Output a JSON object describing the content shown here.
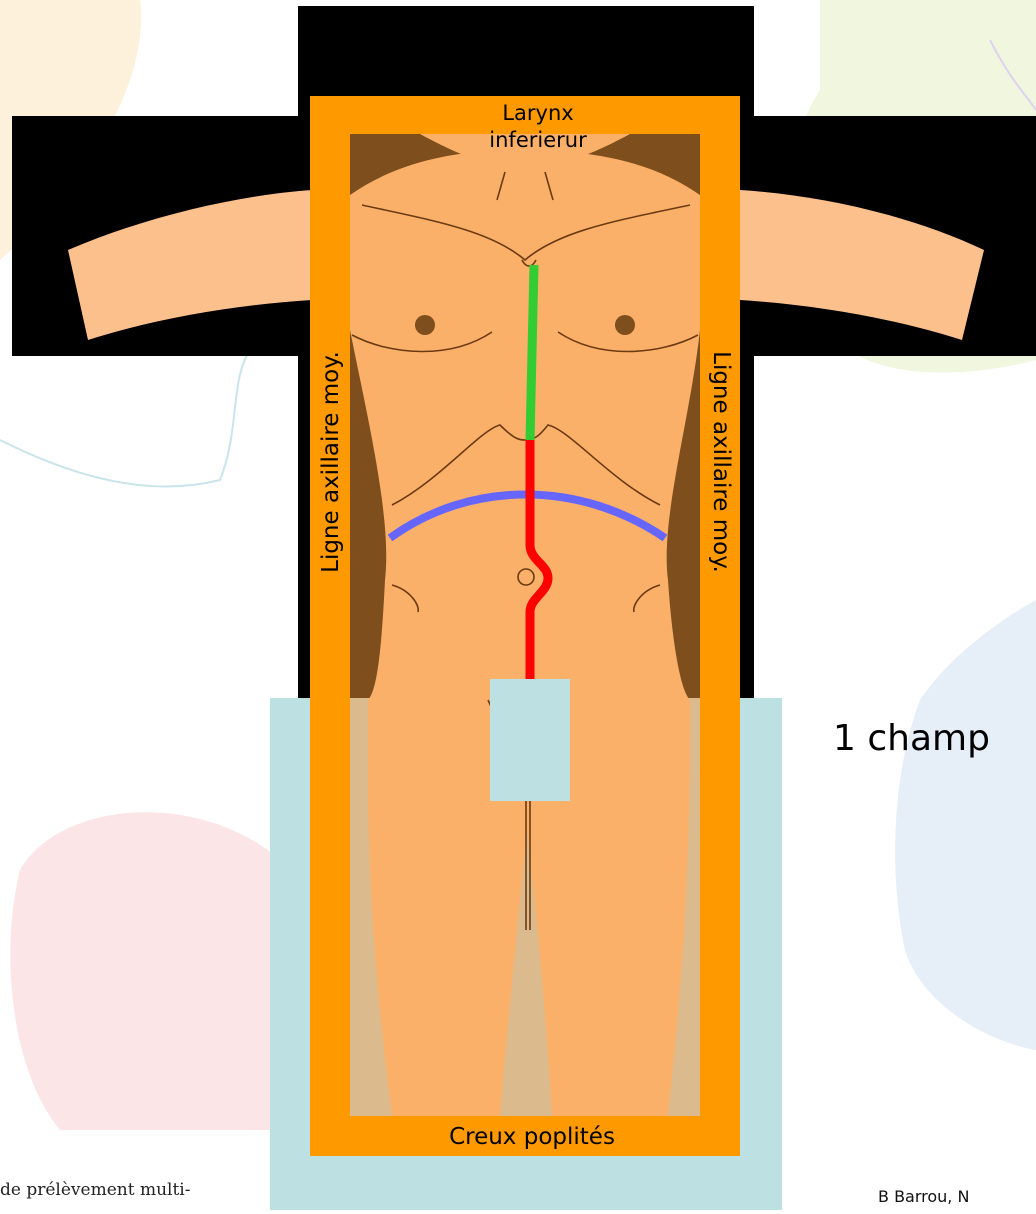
{
  "labels": {
    "top_line1": "Larynx",
    "top_line2": "inferierur",
    "bottom": "Creux poplités",
    "left": "Ligne axillaire moy.",
    "right": "Ligne axillaire moy."
  },
  "caption": "1 champ",
  "footer": {
    "left": "de prélèvement multi-",
    "right": "B Barrou, N"
  },
  "colors": {
    "field_border": "#ff9900",
    "skin": "#fbb069",
    "drape": "#bde0e3",
    "incision_sternal": "#33cc33",
    "incision_abdominal": "#ff0000",
    "costal_line": "#6666ff"
  }
}
